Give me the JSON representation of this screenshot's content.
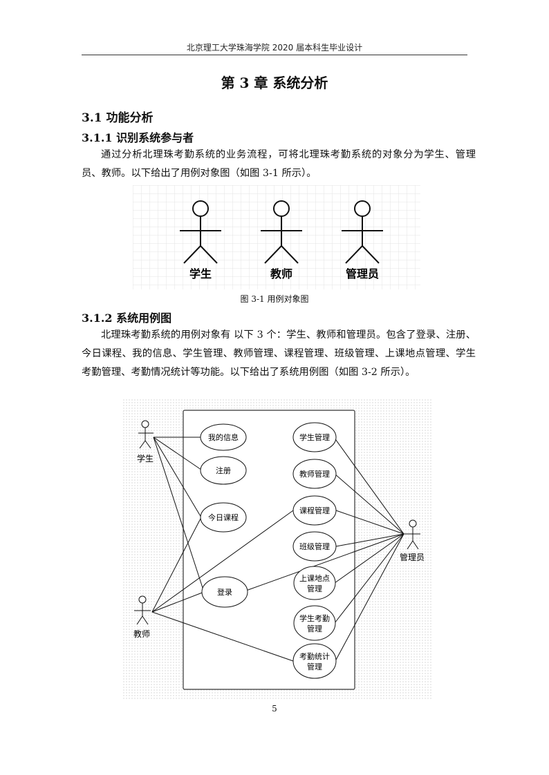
{
  "header": {
    "text": "北京理工大学珠海学院 2020 届本科生毕业设计"
  },
  "chapter_title": "第 3 章  系统分析",
  "section": {
    "title": "3.1 功能分析"
  },
  "subsection1": {
    "title": "3.1.1 识别系统参与者",
    "paragraph": "通过分析北理珠考勤系统的业务流程，可将北理珠考勤系统的对象分为学生、管理员、教师。以下给出了用例对象图（如图 3-1 所示）。"
  },
  "figure1": {
    "actors": [
      "学生",
      "教师",
      "管理员"
    ],
    "caption": "图 3-1 用例对象图"
  },
  "subsection2": {
    "title": "3.1.2 系统用例图",
    "paragraph": "北理珠考勤系统的用例对象有 以下 3 个：学生、教师和管理员。包含了登录、注册、今日课程、我的信息、学生管理、教师管理、课程管理、班级管理、上课地点管理、学生考勤管理、考勤情况统计等功能。以下给出了系统用例图（如图 3-2 所示）。"
  },
  "figure2": {
    "actors": {
      "student": "学生",
      "teacher": "教师",
      "admin": "管理员"
    },
    "left_usecases": {
      "my_info": "我的信息",
      "register": "注册",
      "today_course": "今日课程",
      "login": "登录"
    },
    "right_usecases": {
      "student_mgmt": "学生管理",
      "teacher_mgmt": "教师管理",
      "course_mgmt": "课程管理",
      "class_mgmt": "班级管理",
      "location_mgmt": [
        "上课地点",
        "管理"
      ],
      "attendance_mgmt": [
        "学生考勤",
        "管理"
      ],
      "stats_mgmt": [
        "考勤统计",
        "管理"
      ]
    }
  },
  "page_number": "5"
}
